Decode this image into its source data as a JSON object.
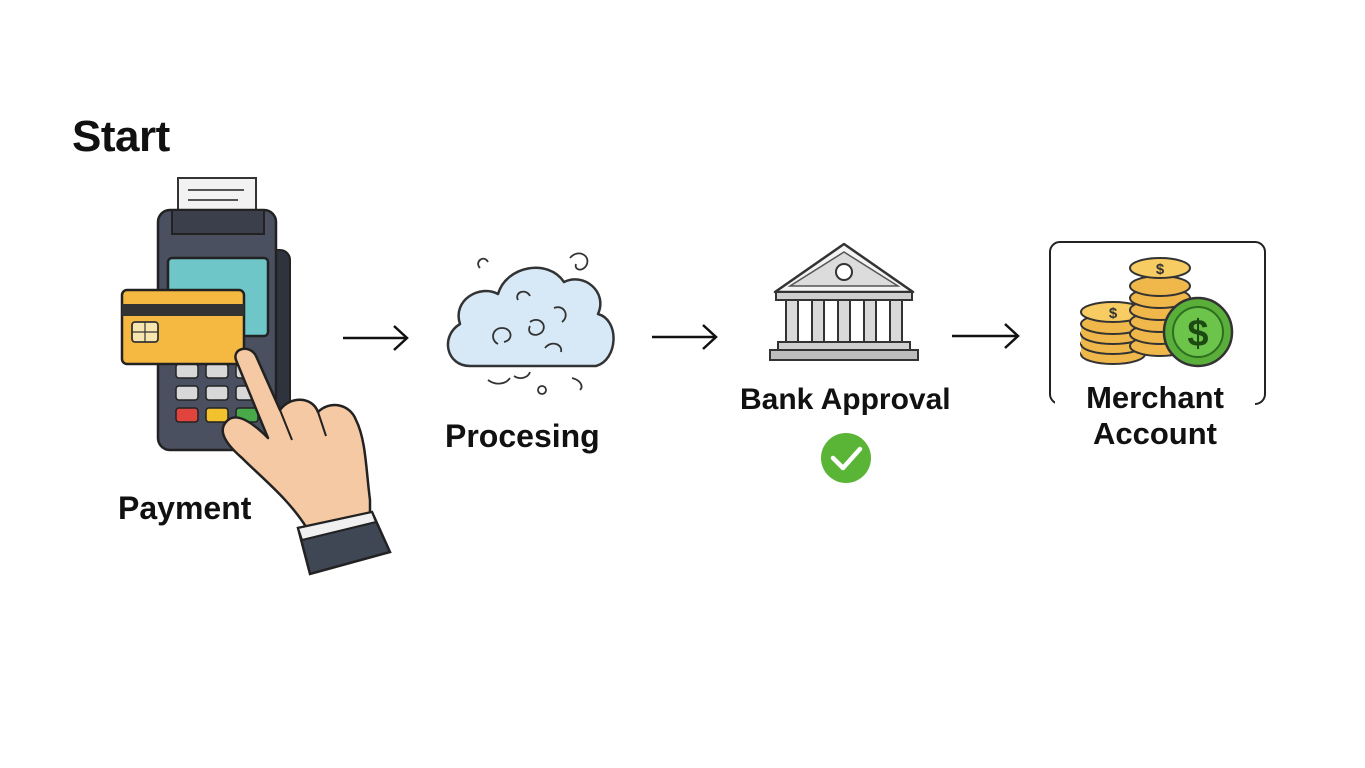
{
  "diagram": {
    "title": "Start",
    "steps": [
      {
        "id": "payment",
        "label": "Payment",
        "icon": "card-terminal-icon"
      },
      {
        "id": "processing",
        "label": "Procesing",
        "icon": "cloud-icon"
      },
      {
        "id": "bank",
        "label": "Bank Approval",
        "icon": "bank-icon",
        "status_icon": "check-circle-icon"
      },
      {
        "id": "merchant",
        "label_line1": "Merchant",
        "label_line2": "Account",
        "icon": "coins-icon"
      }
    ],
    "colors": {
      "card": "#f5b942",
      "screen": "#6ec6c8",
      "cloud": "#d7e9f6",
      "check": "#5ab435",
      "coin": "#f0b84a",
      "dollar_coin": "#5aaf3a",
      "terminal": "#4a5060"
    }
  }
}
